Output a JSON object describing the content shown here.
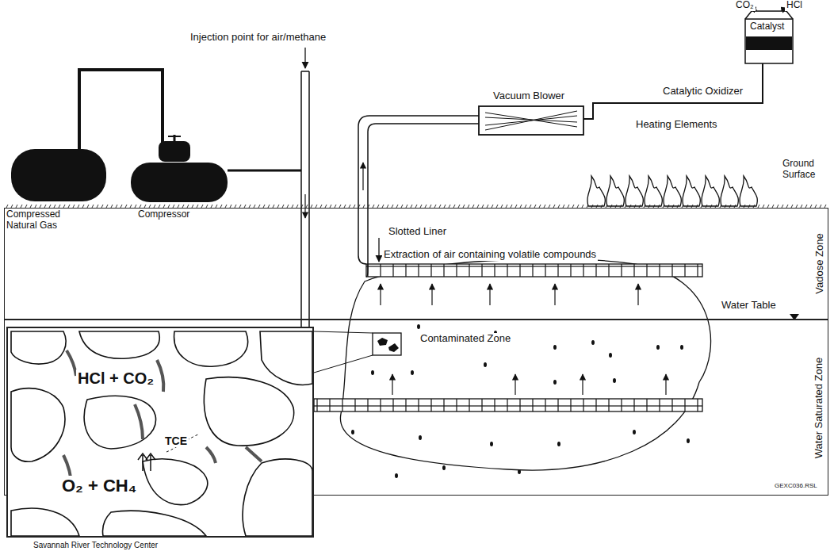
{
  "diagram": {
    "nodes": [
      {
        "text": [
          "Vadose Zone"
        ]
      },
      {
        "text": [
          "Water Saturated Zone"
        ]
      },
      {
        "text": [
          "HCl + CO₂",
          "TCE",
          "O₂ + CH₄"
        ]
      }
    ],
    "labels": [
      "CO₂",
      "HCl",
      "Catalyst",
      "Catalytic Oxidizer",
      "Injection point for air/methane",
      "Vacuum Blower",
      "Heating Elements",
      "Ground Surface",
      "Compressed Natural Gas",
      "Compressor",
      "Slotted Liner",
      "Extraction of air containing volatile compounds",
      "Water Table",
      "Contaminated Zone",
      "Savannah River Technology Center",
      "GEXC036.RSL"
    ]
  }
}
